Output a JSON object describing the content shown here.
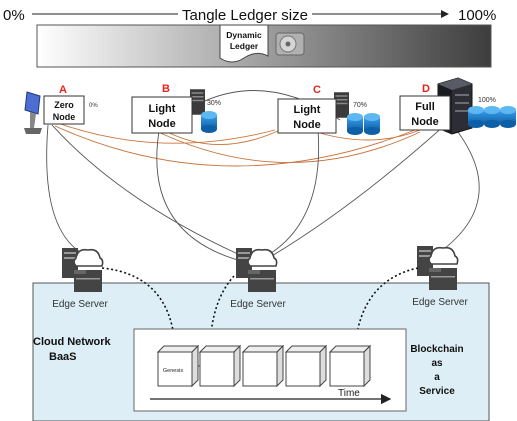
{
  "scale": {
    "left_label": "0%",
    "center_label": "Tangle Ledger size",
    "right_label": "100%",
    "ledger_line1": "Dynamic",
    "ledger_line2": "Ledger"
  },
  "nodes": [
    {
      "letter": "A",
      "line1": "Zero",
      "line2": "Node",
      "percent": "0%"
    },
    {
      "letter": "B",
      "line1": "Light",
      "line2": "Node",
      "percent": "30%"
    },
    {
      "letter": "C",
      "line1": "Light",
      "line2": "Node",
      "percent": "70%"
    },
    {
      "letter": "D",
      "line1": "Full",
      "line2": "Node",
      "percent": "100%"
    }
  ],
  "edge_servers": [
    {
      "label": "Edge Server"
    },
    {
      "label": "Edge Server"
    },
    {
      "label": "Edge Server"
    }
  ],
  "cloud": {
    "title_line1": "Cloud Network",
    "title_line2": "BaaS",
    "service_line1": "Blockchain",
    "service_line2": "as",
    "service_line3": "a",
    "service_line4": "Service"
  },
  "chain": {
    "genesis_label": "Genesis",
    "time_label": "Time"
  },
  "colors": {
    "letters": "#e8231b",
    "cloud_fill": "#ddeef6",
    "disk": "#1a7fd1",
    "mesh_line": "#c8733a"
  }
}
